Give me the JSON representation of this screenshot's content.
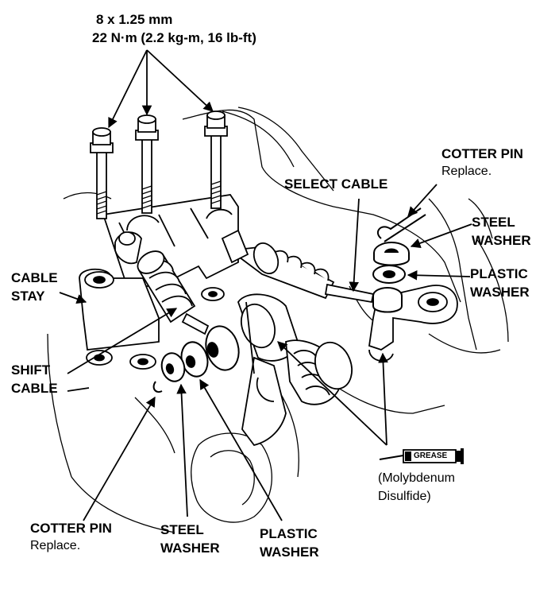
{
  "diagram": {
    "type": "exploded-mechanical-illustration",
    "colors": {
      "ink": "#000000",
      "paper": "#ffffff"
    },
    "bolt_spec": {
      "size": "8 x 1.25 mm",
      "torque": "22 N·m (2.2 kg-m, 16 lb-ft)"
    },
    "labels": {
      "select_cable": "SELECT CABLE",
      "cable_stay_line1": "CABLE",
      "cable_stay_line2": "STAY",
      "shift_cable_line1": "SHIFT",
      "shift_cable_line2": "CABLE",
      "cotter_pin_right_title": "COTTER PIN",
      "cotter_pin_right_note": "Replace.",
      "steel_washer_right_line1": "STEEL",
      "steel_washer_right_line2": "WASHER",
      "plastic_washer_right_line1": "PLASTIC",
      "plastic_washer_right_line2": "WASHER",
      "cotter_pin_left_title": "COTTER PIN",
      "cotter_pin_left_note": "Replace.",
      "steel_washer_left_line1": "STEEL",
      "steel_washer_left_line2": "WASHER",
      "plastic_washer_left_line1": "PLASTIC",
      "plastic_washer_left_line2": "WASHER"
    },
    "grease": {
      "tube_label": "GREASE",
      "note_line1": "(Molybdenum",
      "note_line2": "Disulfide)"
    },
    "icons": [
      "bolt-icon",
      "cotter-pin-icon",
      "steel-washer-icon",
      "plastic-washer-icon",
      "grease-tube-icon"
    ]
  }
}
